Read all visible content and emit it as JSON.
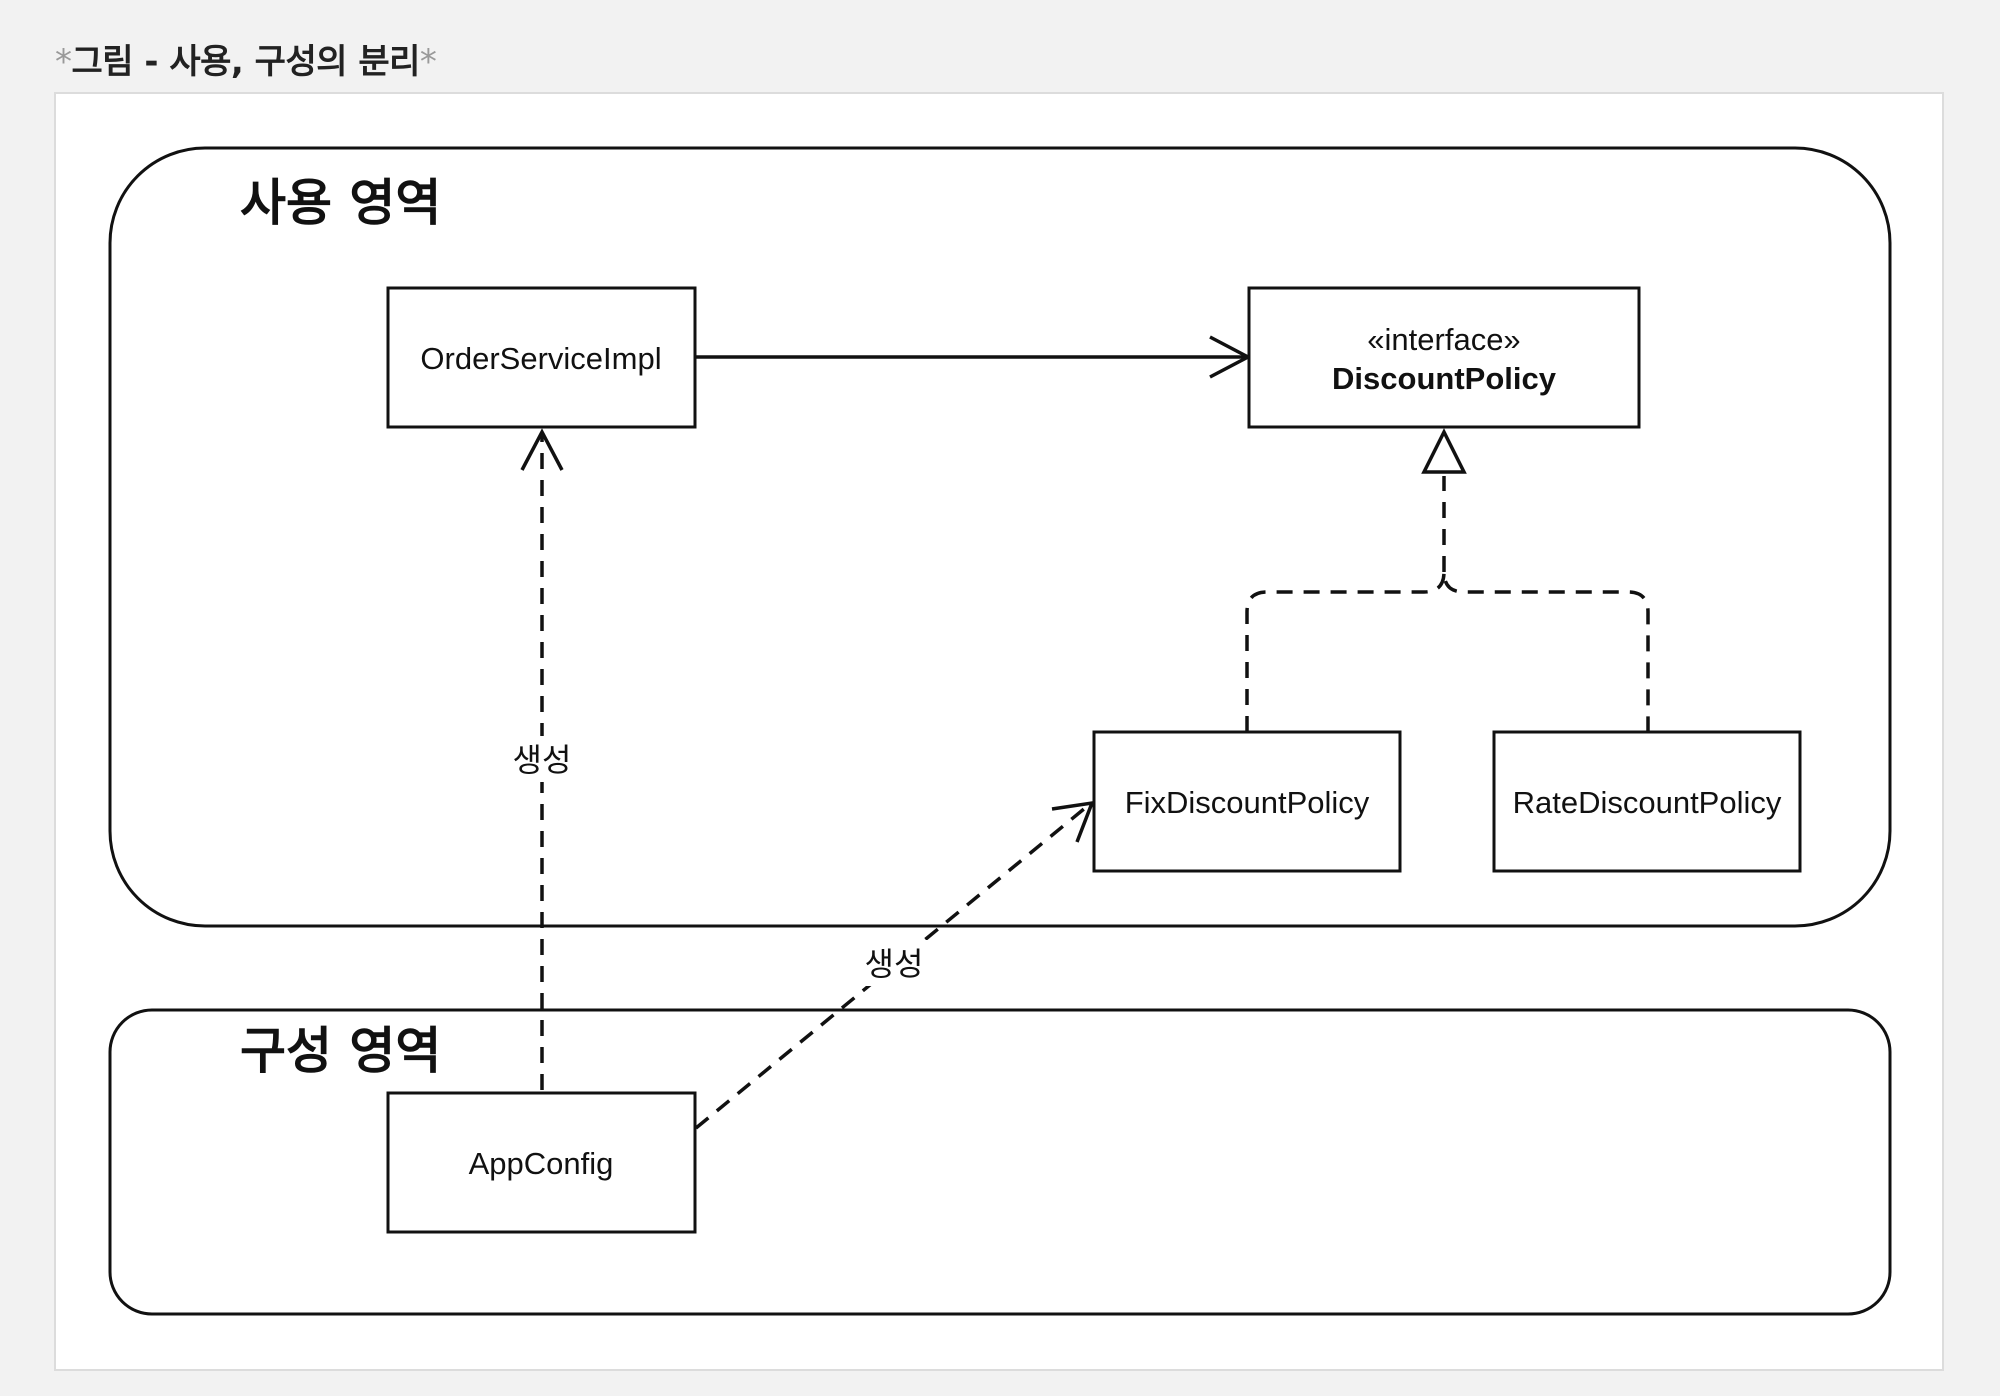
{
  "caption": {
    "star_open": "*",
    "text": "그림 - 사용, 구성의 분리",
    "star_close": "*"
  },
  "zones": {
    "usage": {
      "title": "사용 영역"
    },
    "config": {
      "title": "구성 영역"
    }
  },
  "boxes": {
    "order_service_impl": {
      "label": "OrderServiceImpl"
    },
    "discount_policy": {
      "stereotype": "«interface»",
      "label": "DiscountPolicy"
    },
    "fix_discount_policy": {
      "label": "FixDiscountPolicy"
    },
    "rate_discount_policy": {
      "label": "RateDiscountPolicy"
    },
    "app_config": {
      "label": "AppConfig"
    }
  },
  "edges": {
    "appconfig_to_order": {
      "label": "생성"
    },
    "appconfig_to_fix": {
      "label": "생성"
    }
  }
}
